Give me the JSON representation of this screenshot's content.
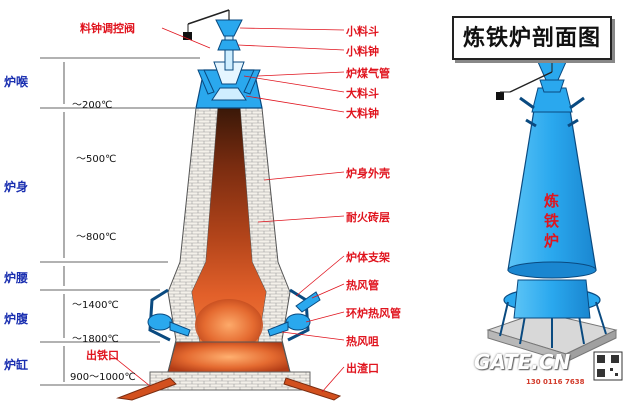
{
  "title": "炼铁炉剖面图",
  "left_labels": {
    "throat": "炉喉",
    "shaft": "炉身",
    "waist": "炉腰",
    "belly": "炉腹",
    "hearth": "炉缸"
  },
  "temperatures": [
    "～200℃",
    "～500℃",
    "～800℃",
    "～1400℃",
    "～1800℃",
    "900～1000℃"
  ],
  "right_labels": {
    "valve": "料钟调控阀",
    "small_hopper": "小料斗",
    "small_bell": "小料钟",
    "gas_pipe": "炉煤气管",
    "big_hopper": "大料斗",
    "big_bell": "大料钟",
    "outer_shell": "炉身外壳",
    "refractory": "耐火砖层",
    "support": "炉体支架",
    "hot_air_pipe": "热风管",
    "ring_pipe": "环炉热风管",
    "tuyere": "热风咀",
    "slag_outlet": "出渣口",
    "iron_outlet": "出铁口"
  },
  "furnace_text": [
    "炼",
    "铁",
    "炉"
  ],
  "watermark": {
    "main": "GATE.CN",
    "phone": "130 0116 7638"
  },
  "colors": {
    "label_red": "#e0141e",
    "label_blue": "#1a2fb0",
    "furnace_blue": "#2aa8ee",
    "molten": "#d2501e"
  }
}
